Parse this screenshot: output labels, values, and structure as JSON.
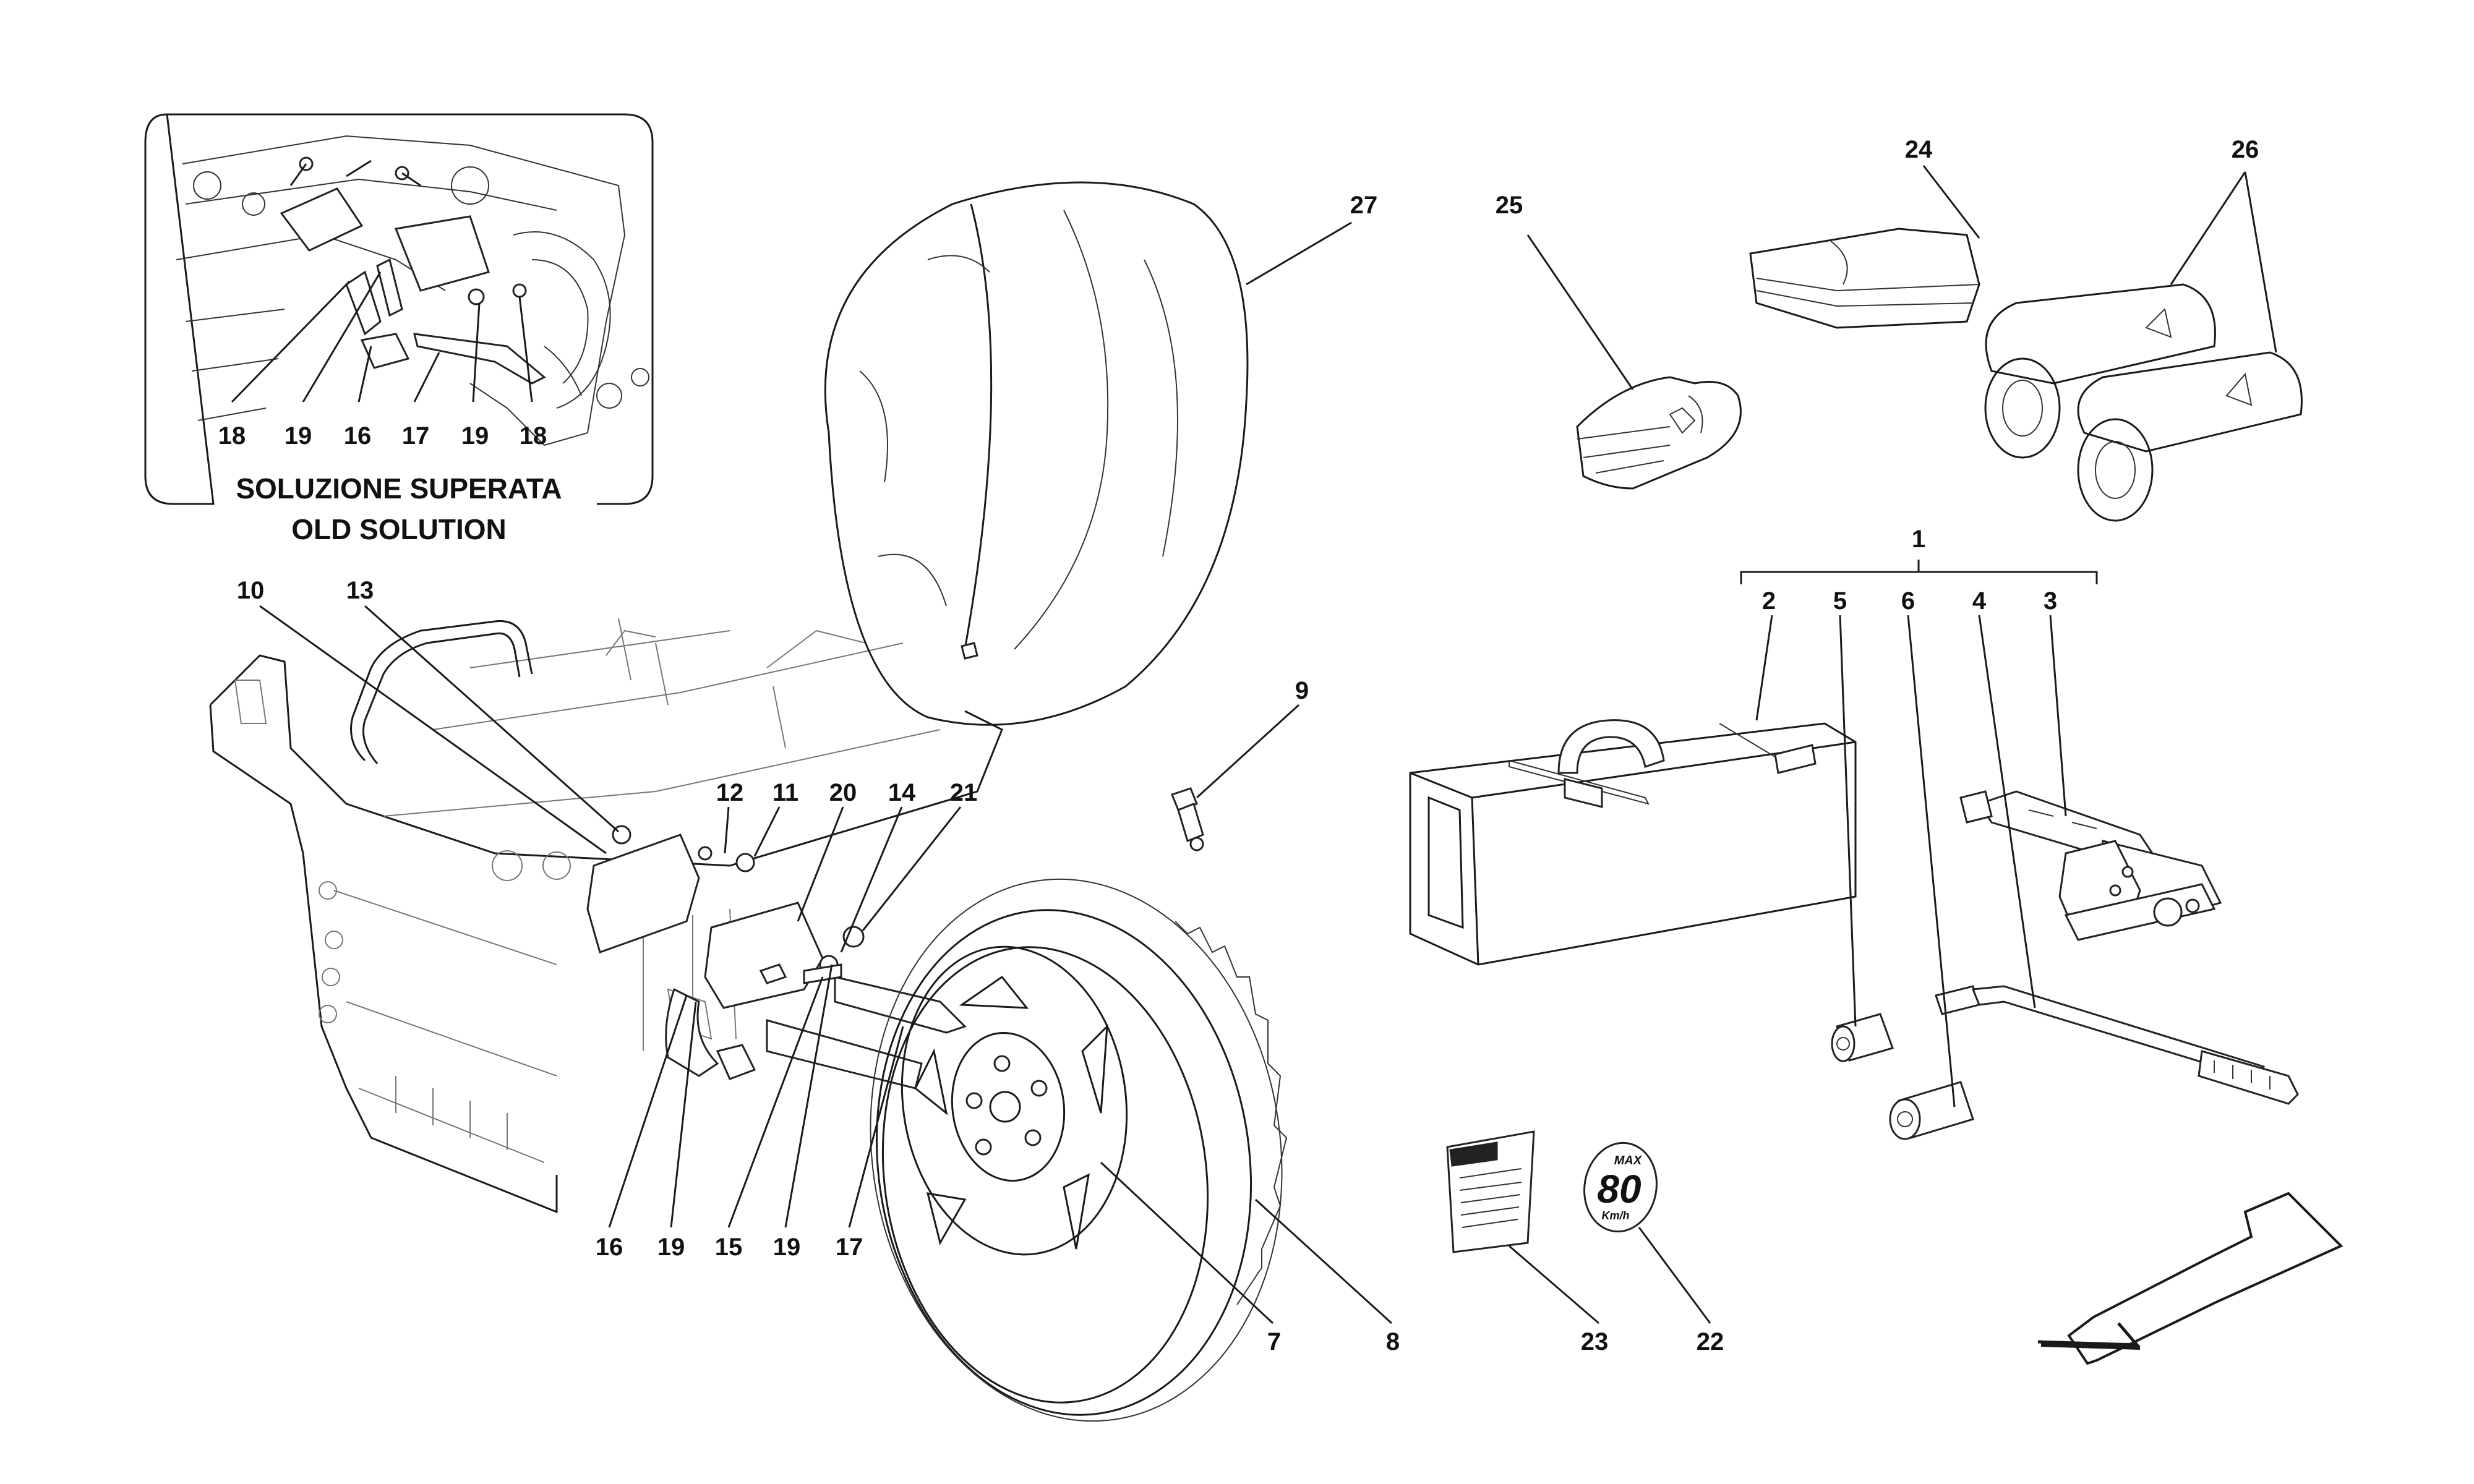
{
  "inset": {
    "caption_line1": "SOLUZIONE SUPERATA",
    "caption_line2": "OLD SOLUTION"
  },
  "decal": {
    "badge_max": "MAX",
    "badge_speed": "80",
    "badge_unit": "Km/h"
  },
  "callouts": {
    "c1": "1",
    "c2": "2",
    "c3": "3",
    "c4": "4",
    "c5": "5",
    "c6": "6",
    "c7": "7",
    "c8": "8",
    "c9": "9",
    "c10": "10",
    "c11": "11",
    "c12": "12",
    "c13": "13",
    "c14": "14",
    "c15": "15",
    "c16": "16",
    "c17": "17",
    "c19": "19",
    "c20": "20",
    "c21": "21",
    "c22": "22",
    "c23": "23",
    "c24": "24",
    "c25": "25",
    "c26": "26",
    "c27": "27",
    "i18a": "18",
    "i19a": "19",
    "i16": "16",
    "i17": "17",
    "i19b": "19",
    "i18b": "18",
    "b16": "16",
    "b19a": "19",
    "b15": "15",
    "b19b": "19",
    "b17": "17"
  }
}
